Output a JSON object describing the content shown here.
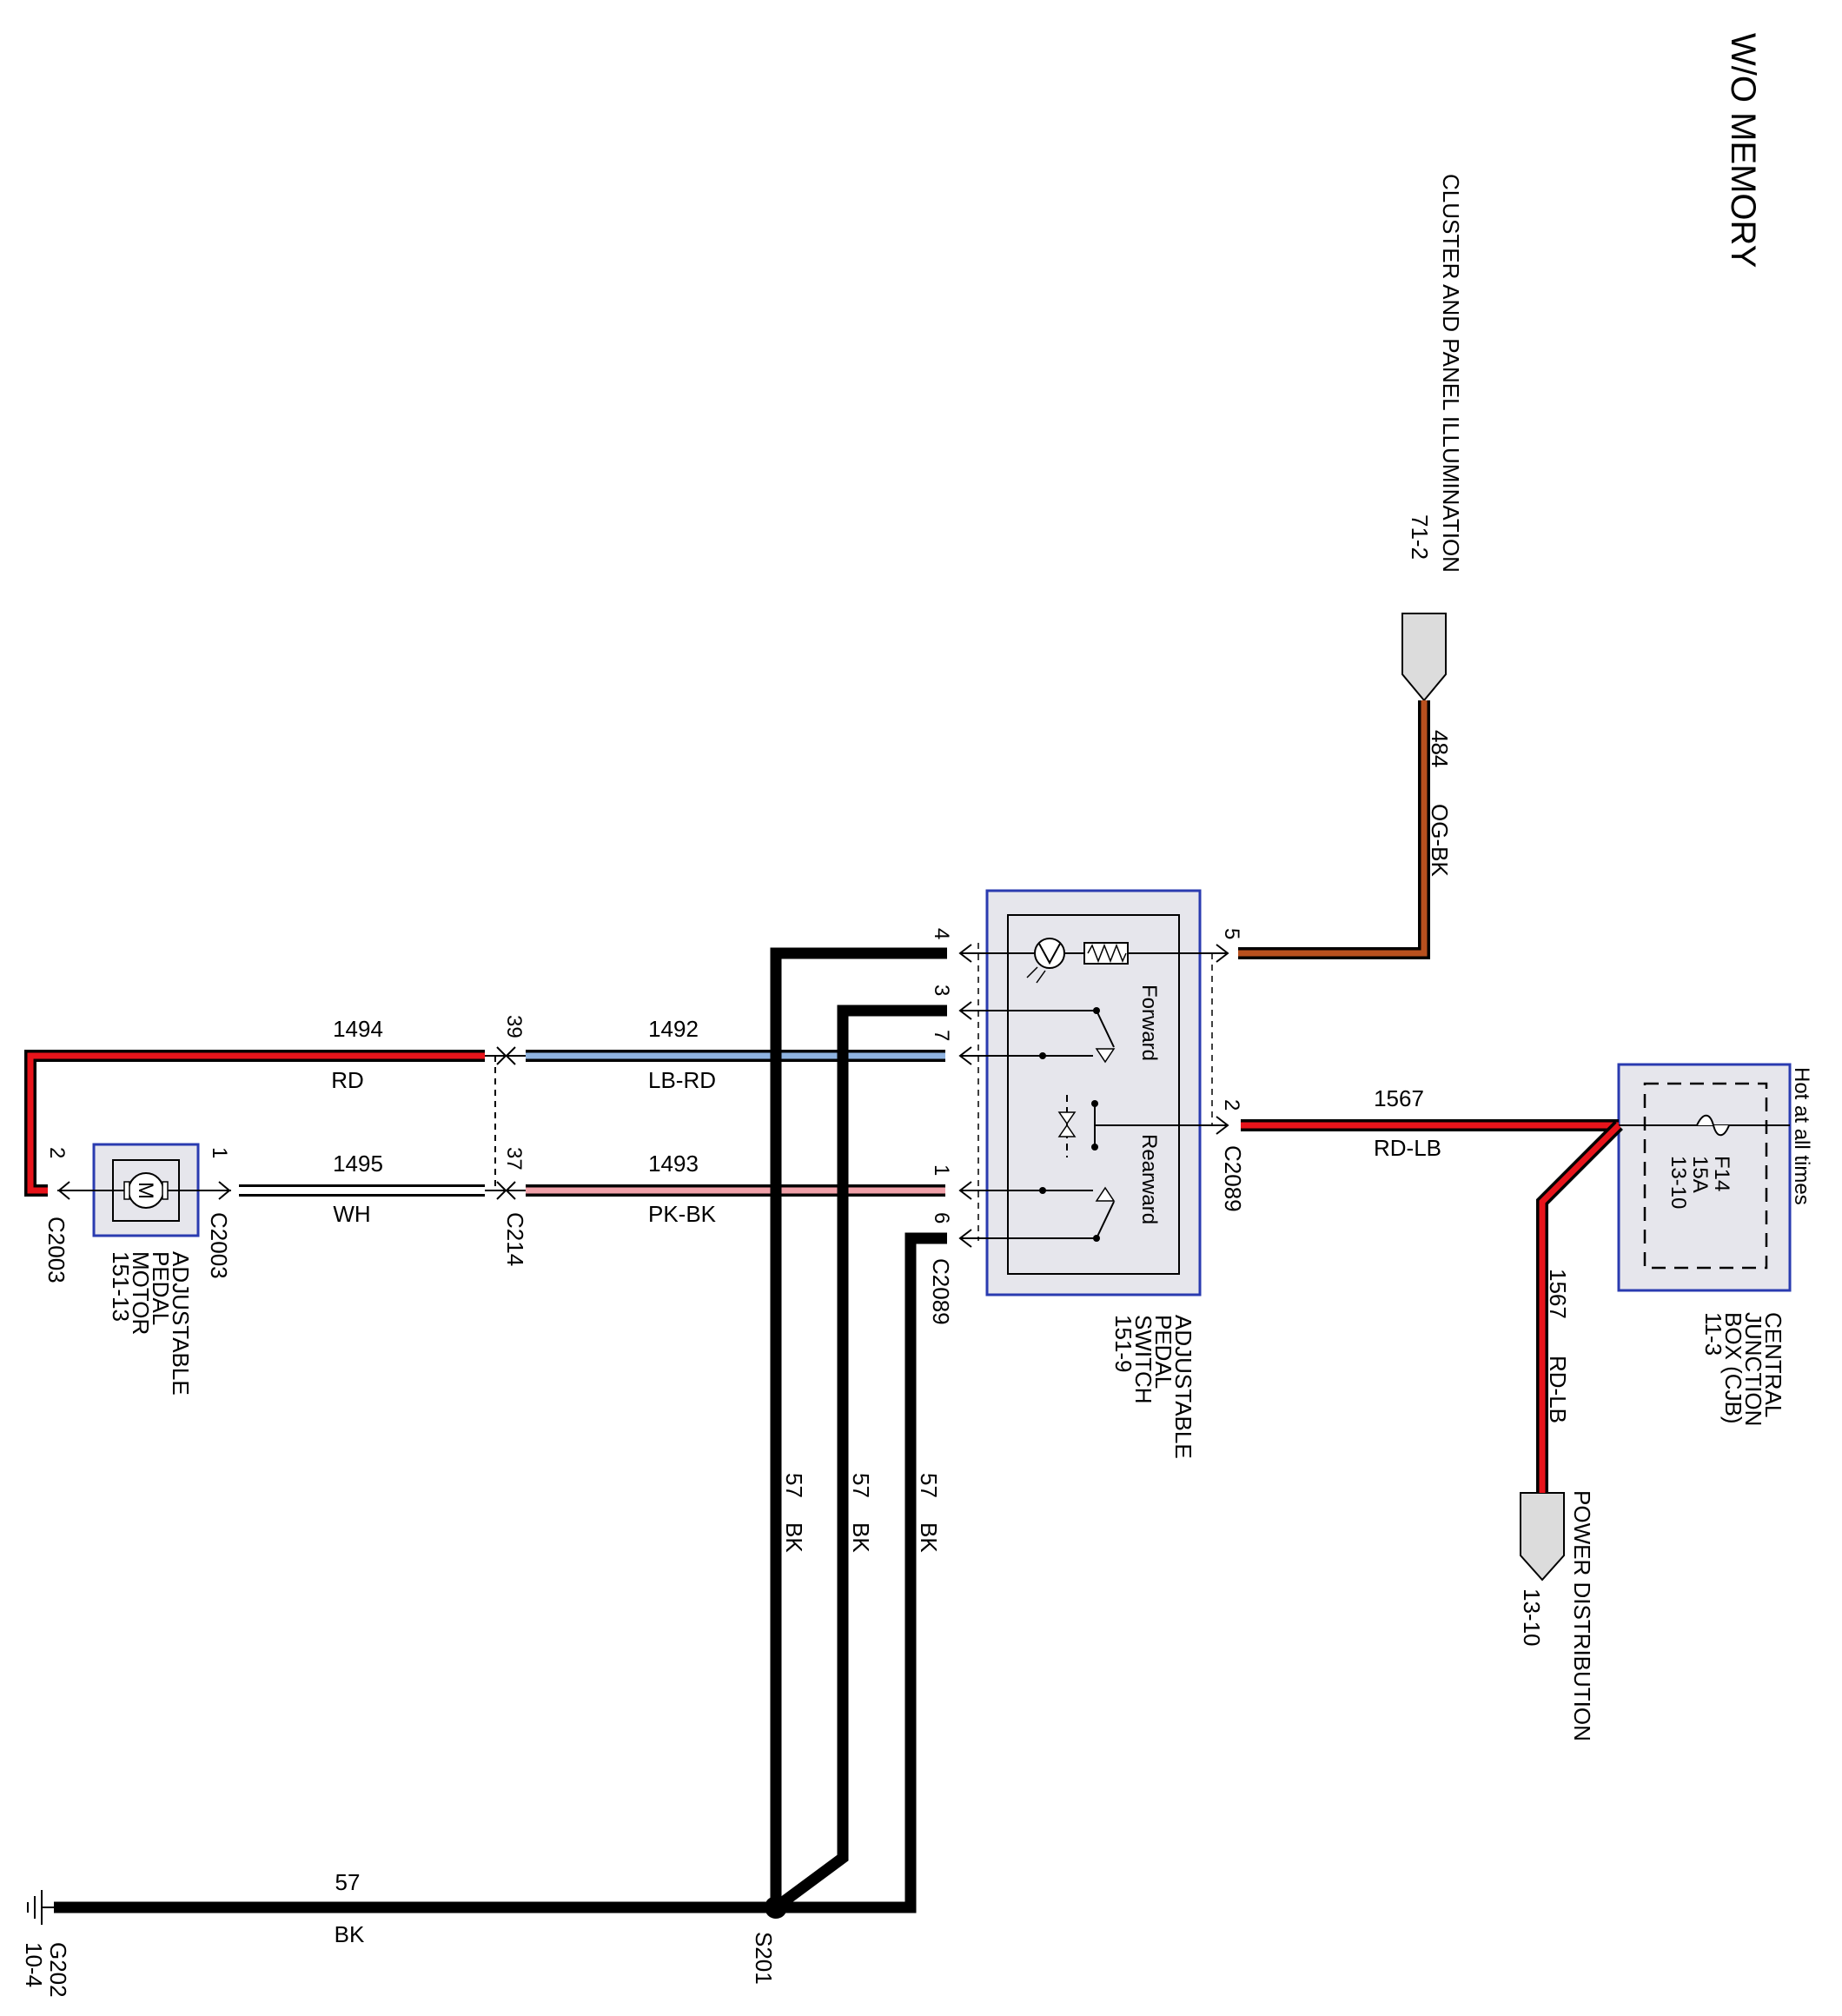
{
  "title": "W/O MEMORY",
  "cluster": {
    "name": "CLUSTER AND PANEL ILLUMINATION",
    "ref": "71-2"
  },
  "w484": {
    "circuit": "484",
    "color": "OG-BK"
  },
  "switch": {
    "line1": "ADJUSTABLE",
    "line2": "PEDAL",
    "line3": "SWITCH",
    "line4": "151-9",
    "forward": "Forward",
    "rearward": "Rearward",
    "pins": {
      "p4": "4",
      "p3": "3",
      "p7": "7",
      "p1": "1",
      "p6": "6",
      "p5": "5",
      "p2": "2"
    },
    "conn_bottom": "C2089",
    "conn_right": "C2089"
  },
  "cjb": {
    "hot": "Hot at all times",
    "fuse": "F14",
    "amps": "15A",
    "ref": "13-10",
    "line1": "CENTRAL",
    "line2": "JUNCTION",
    "line3": "BOX (CJB)",
    "line4": "11-3"
  },
  "w1567a": {
    "circuit": "1567",
    "color": "RD-LB"
  },
  "w1567b": {
    "circuit": "1567",
    "color": "RD-LB"
  },
  "power": {
    "name": "POWER DISTRIBUTION",
    "ref": "13-10"
  },
  "w1492": {
    "circuit": "1492",
    "color": "LB-RD"
  },
  "w1493": {
    "circuit": "1493",
    "color": "PK-BK"
  },
  "w1494": {
    "circuit": "1494",
    "color": "RD"
  },
  "w1495": {
    "circuit": "1495",
    "color": "WH"
  },
  "c214": {
    "name": "C214",
    "pin39": "39",
    "pin37": "37"
  },
  "motor": {
    "symbol": "M",
    "line1": "ADJUSTABLE",
    "line2": "PEDAL",
    "line3": "MOTOR",
    "line4": "151-13",
    "pin1": "1",
    "pin2": "2",
    "conn_top": "C2003",
    "conn_left": "C2003"
  },
  "ground_wires": [
    {
      "circuit": "57",
      "color": "BK"
    },
    {
      "circuit": "57",
      "color": "BK"
    },
    {
      "circuit": "57",
      "color": "BK"
    }
  ],
  "w57": {
    "circuit": "57",
    "color": "BK"
  },
  "splice": "S201",
  "ground": {
    "name": "G202",
    "ref": "10-4"
  },
  "colors": {
    "wire_black": "#000000",
    "wire_red": "#e8141b",
    "wire_orange": "#b8501e",
    "wire_lightblue": "#8fb3e0",
    "wire_pink": "#f0a0a8",
    "box_border": "#2a3bb0",
    "box_fill": "#e6e6ec"
  }
}
